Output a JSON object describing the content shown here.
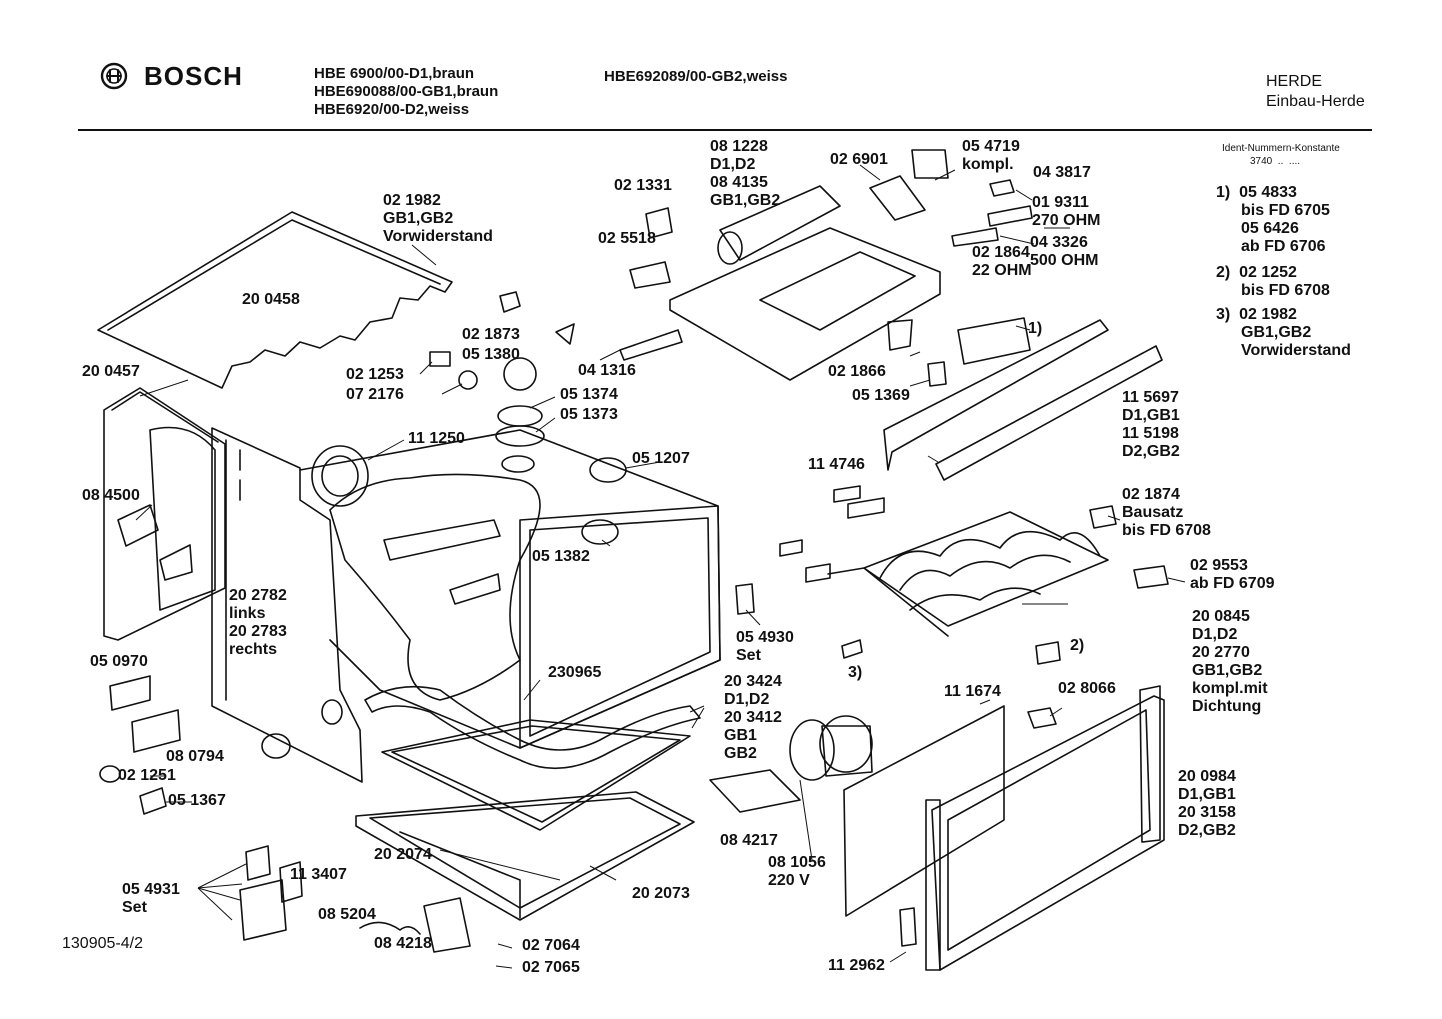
{
  "header": {
    "brand": "BOSCH",
    "models_left": [
      "HBE 6900/00-D1,braun",
      "HBE690088/00-GB1,braun",
      "HBE6920/00-D2,weiss"
    ],
    "models_right": "HBE692089/00-GB2,weiss",
    "category": [
      "HERDE",
      "Einbau-Herde"
    ]
  },
  "ident": {
    "title": "Ident-Nummern-Konstante",
    "value": "3740  ..  ....",
    "notes": [
      [
        "1)  05 4833",
        "bis FD 6705",
        "05 6426",
        "ab FD 6706"
      ],
      [
        "2)  02 1252",
        "bis FD 6708"
      ],
      [
        "3)  02 1982",
        "GB1,GB2",
        "Vorwiderstand"
      ]
    ]
  },
  "labels": [
    [
      "02 1982",
      "GB1,GB2",
      "Vorwiderstand"
    ],
    [
      "20 0458"
    ],
    [
      "20 0457"
    ],
    [
      "08 4500"
    ],
    [
      "20 2782",
      "links",
      "20 2783",
      "rechts"
    ],
    [
      "05 0970"
    ],
    [
      "08 0794"
    ],
    [
      "02 1251"
    ],
    [
      "05 1367"
    ],
    [
      "05 4931",
      "Set"
    ],
    [
      "130905-4/2"
    ],
    [
      "02 1331"
    ],
    [
      "02 5518"
    ],
    [
      "02 1873"
    ],
    [
      "05 1380"
    ],
    [
      "02 1253"
    ],
    [
      "07 2176"
    ],
    [
      "05 1374"
    ],
    [
      "05 1373"
    ],
    [
      "11 1250"
    ],
    [
      "04 1316"
    ],
    [
      "05 1207"
    ],
    [
      "05 1382"
    ],
    [
      "08 1228",
      "D1,D2",
      "08 4135",
      "GB1,GB2"
    ],
    [
      "02 6901"
    ],
    [
      "05 4719",
      "kompl."
    ],
    [
      "04 3817"
    ],
    [
      "01 9311",
      "270 OHM"
    ],
    [
      "04 3326",
      "500 OHM"
    ],
    [
      "02 1864",
      "22 OHM"
    ],
    [
      "1)"
    ],
    [
      "02 1866"
    ],
    [
      "05 1369"
    ],
    [
      "11 5697",
      "D1,GB1",
      "11 5198",
      "D2,GB2"
    ],
    [
      "11 4746"
    ],
    [
      "02 1874",
      "Bausatz",
      "bis FD 6708"
    ],
    [
      "02 9553",
      "ab FD 6709"
    ],
    [
      "05 4930",
      "Set"
    ],
    [
      "3)"
    ],
    [
      "2)"
    ],
    [
      "20 0845",
      "D1,D2",
      "20 2770",
      "GB1,GB2",
      "kompl.mit",
      "Dichtung"
    ],
    [
      "230965"
    ],
    [
      "20 3424",
      "D1,D2",
      "20 3412",
      "GB1",
      "GB2"
    ],
    [
      "11 1674"
    ],
    [
      "02 8066"
    ],
    [
      "20 0984",
      "D1,GB1",
      "20 3158",
      "D2,GB2"
    ],
    [
      "08 4217"
    ],
    [
      "08 1056",
      "220 V"
    ],
    [
      "11 2962"
    ],
    [
      "11 3407"
    ],
    [
      "20 2074"
    ],
    [
      "20 2073"
    ],
    [
      "08 5204"
    ],
    [
      "08 4218"
    ],
    [
      "02 7064"
    ],
    [
      "02 7065"
    ]
  ]
}
